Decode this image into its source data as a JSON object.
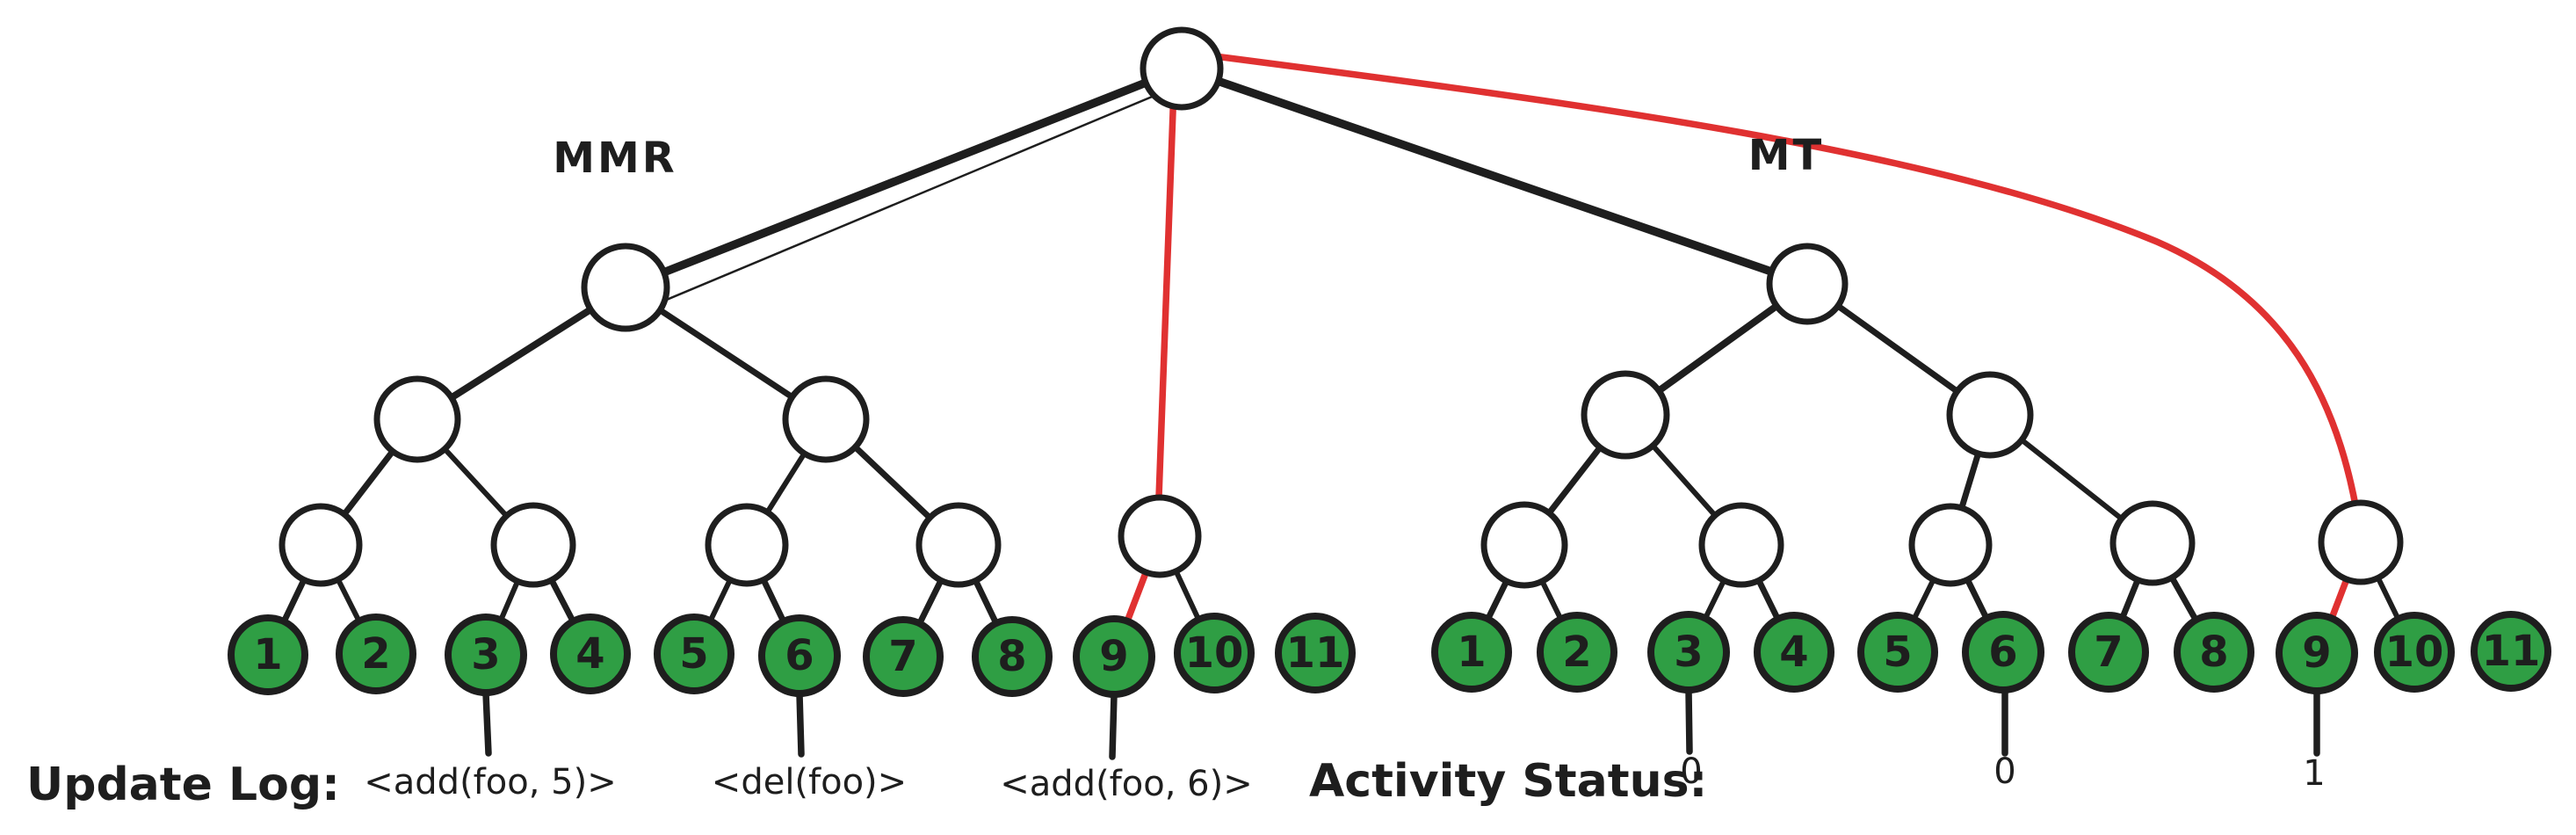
{
  "diagram": {
    "left_tree_label": "MMR",
    "right_tree_label": "MT",
    "mmr_leaves": [
      "1",
      "2",
      "3",
      "4",
      "5",
      "6",
      "7",
      "8",
      "9",
      "10",
      "11"
    ],
    "mt_leaves": [
      "1",
      "2",
      "3",
      "4",
      "5",
      "6",
      "7",
      "8",
      "9",
      "10",
      "11"
    ],
    "update_log": {
      "label": "Update Log:",
      "entries": [
        "<add(foo, 5)>",
        "<del(foo)>",
        "<add(foo, 6)>"
      ],
      "attached_to_leaves": [
        "3",
        "6",
        "9"
      ]
    },
    "activity_status": {
      "label": "Activity Status:",
      "values": [
        "0",
        "0",
        "1"
      ],
      "attached_to_leaves": [
        "3",
        "6",
        "9"
      ]
    },
    "colors": {
      "leaf_fill": "#2f9e44",
      "stroke": "#1e1e1e",
      "highlight": "#e03131",
      "background": "#ffffff"
    }
  }
}
